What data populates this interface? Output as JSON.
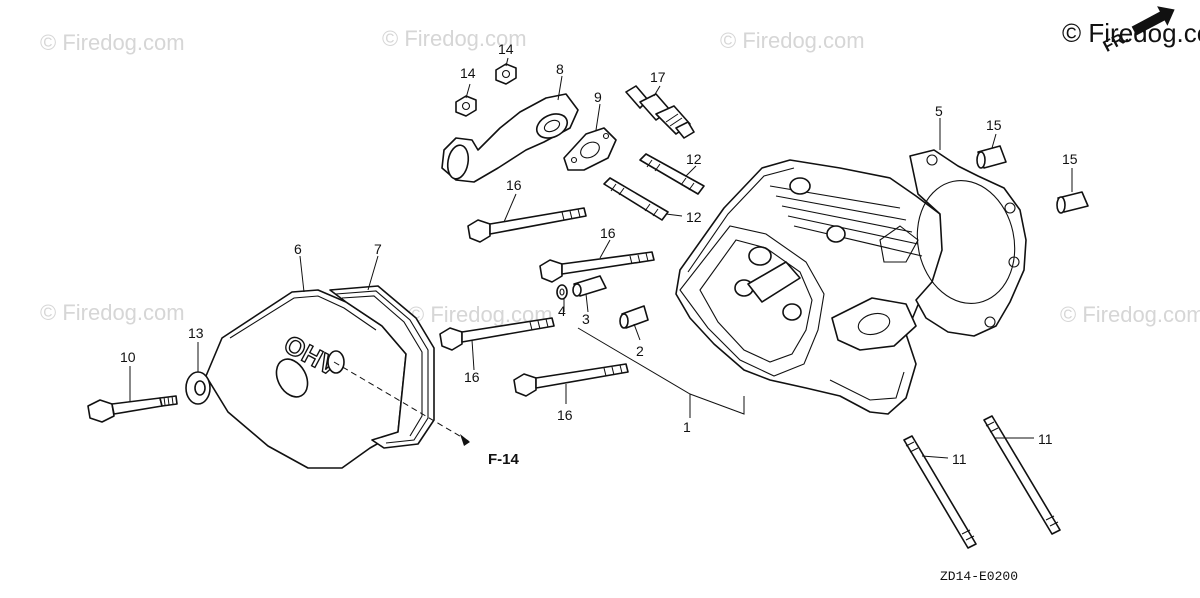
{
  "watermarks": {
    "text": "© Firedog.com",
    "corner_text": "© Firedog.co"
  },
  "direction_badge": {
    "label": "FR."
  },
  "callouts": {
    "c1": "1",
    "c2": "2",
    "c3": "3",
    "c4": "4",
    "c5": "5",
    "c6": "6",
    "c7": "7",
    "c8": "8",
    "c9": "9",
    "c10": "10",
    "c11a": "11",
    "c11b": "11",
    "c12a": "12",
    "c12b": "12",
    "c13": "13",
    "c14a": "14",
    "c14b": "14",
    "c15a": "15",
    "c15b": "15",
    "c16a": "16",
    "c16b": "16",
    "c16c": "16",
    "c16d": "16",
    "c17": "17"
  },
  "reference": {
    "label": "F-14"
  },
  "cover_lettering": "OHV",
  "diagram_code": "ZD14-E0200",
  "colors": {
    "line": "#111111",
    "watermark": "#d6d6d6",
    "background": "#ffffff"
  }
}
